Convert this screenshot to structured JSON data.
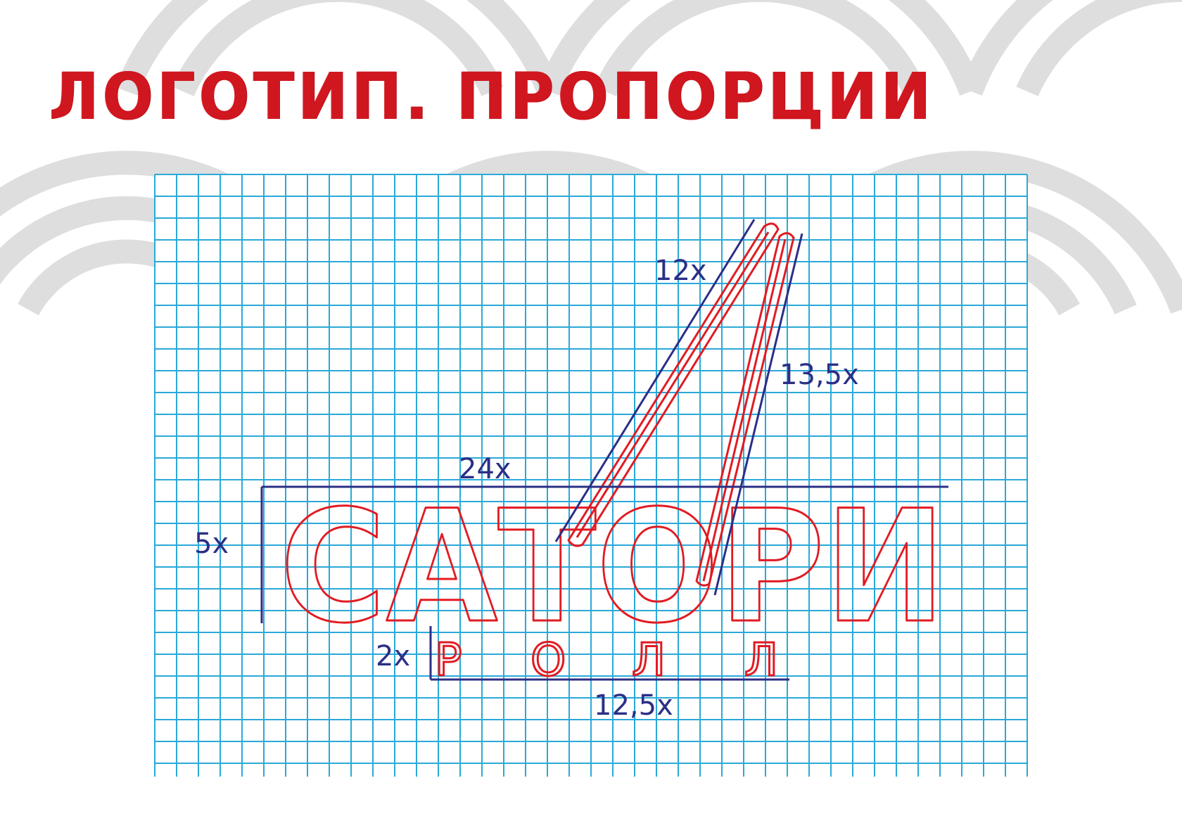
{
  "page": {
    "title": "ЛОГОТИП. ПРОПОРЦИИ"
  },
  "logo": {
    "word": "САТОРИ",
    "sub_letters": [
      "Р",
      "О",
      "Л",
      "Л"
    ]
  },
  "dimensions": {
    "chopstick_left": "12x",
    "chopstick_right": "13,5x",
    "word_width": "24x",
    "word_height": "5x",
    "sub_height": "2x",
    "sub_width": "12,5x"
  },
  "colors": {
    "accent_red": "#e11b22",
    "title_red": "#d0161f",
    "dimension_navy": "#2b2f86",
    "grid_cyan": "#2aa9d8",
    "wave_grey": "#d9d9d9"
  }
}
